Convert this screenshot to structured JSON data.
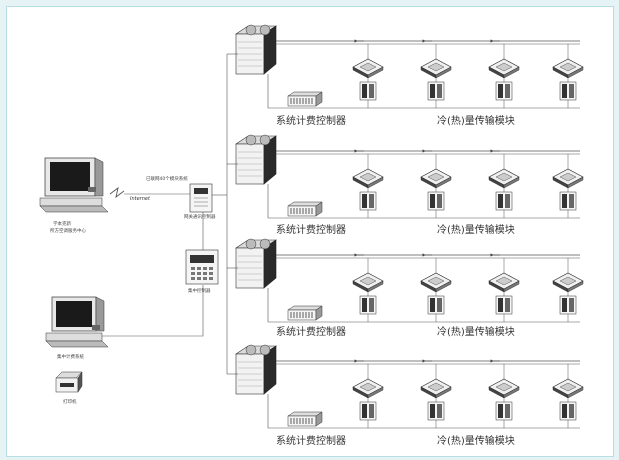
{
  "left_labels": {
    "management_center_line1": "学本克新",
    "management_center_line2": "所方空调服务中心",
    "internet": "Internet",
    "gateway_top": "已联网40个模块系统",
    "gateway_bottom": "网关通讯控制器",
    "central_controller": "集中控制器",
    "billing_system": "集中计费系统",
    "printer": "打印机"
  },
  "groups": [
    {
      "controller_label": "系统计费控制器",
      "module_label": "冷(热)量传输模块"
    },
    {
      "controller_label": "系统计费控制器",
      "module_label": "冷(热)量传输模块"
    },
    {
      "controller_label": "系统计费控制器",
      "module_label": "冷(热)量传输模块"
    },
    {
      "controller_label": "系统计费控制器",
      "module_label": "冷(热)量传输模块"
    }
  ],
  "colors": {
    "line": "#555555",
    "device_fill": "#eeeeee",
    "device_dark": "#2a2a2a",
    "screen": "#1a1a1a",
    "page_border": "#b9dde2"
  }
}
